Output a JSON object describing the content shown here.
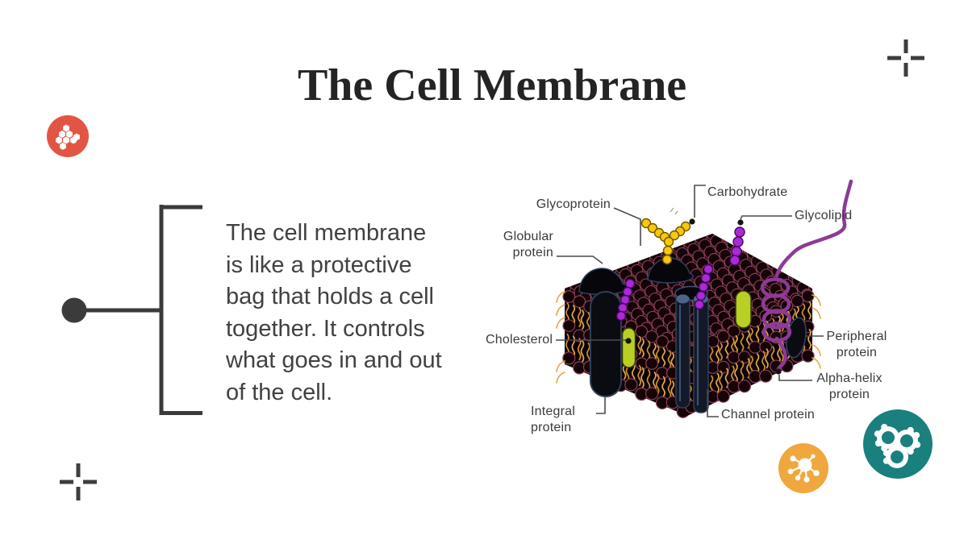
{
  "title": "The Cell Membrane",
  "intro": {
    "lines": [
      "The cell membrane",
      "is like a protective",
      "bag that holds a cell",
      "together. It controls",
      "what goes in and out",
      "of the cell."
    ]
  },
  "diagram": {
    "labels": {
      "glycoprotein": "Glycoprotein",
      "carbohydrate": "Carbohydrate",
      "glycolipid": "Glycolipid",
      "globular_1": "Globular",
      "globular_2": "protein",
      "cholesterol": "Cholesterol",
      "peripheral_1": "Peripheral",
      "peripheral_2": "protein",
      "alpha_1": "Alpha-helix",
      "alpha_2": "protein",
      "integral_1": "Integral",
      "integral_2": "protein",
      "channel": "Channel protein"
    }
  },
  "icons": {
    "top_left": "molecule-hexagon-cluster-icon",
    "bottom_orange": "molecule-nodes-icon",
    "bottom_teal": "molecule-rings-icon"
  },
  "colors": {
    "accent_red": "#e25544",
    "accent_orange": "#efa73e",
    "accent_teal": "#19807e",
    "title_color": "#242424",
    "text_dark": "#3a3a3a",
    "bracket": "#3b3b3b",
    "crosshair": "#3d3d3d",
    "leader_line": "#4b4b4b",
    "membrane_head": "#140407",
    "membrane_head_rim": "#8e4158",
    "membrane_face_bg": "#0b0306",
    "lipid_tail": "#d2912f",
    "lipid_tail_light": "#e7a84c",
    "protein_dark": "#0a0c12",
    "protein_rim": "#2f4059",
    "channel_cap": "#4c6488",
    "cholesterol_green": "#b9cf23",
    "bead_yellow": "#f8c907",
    "bead_purple": "#ab29d6",
    "helix_purple": "#8e3a96"
  }
}
